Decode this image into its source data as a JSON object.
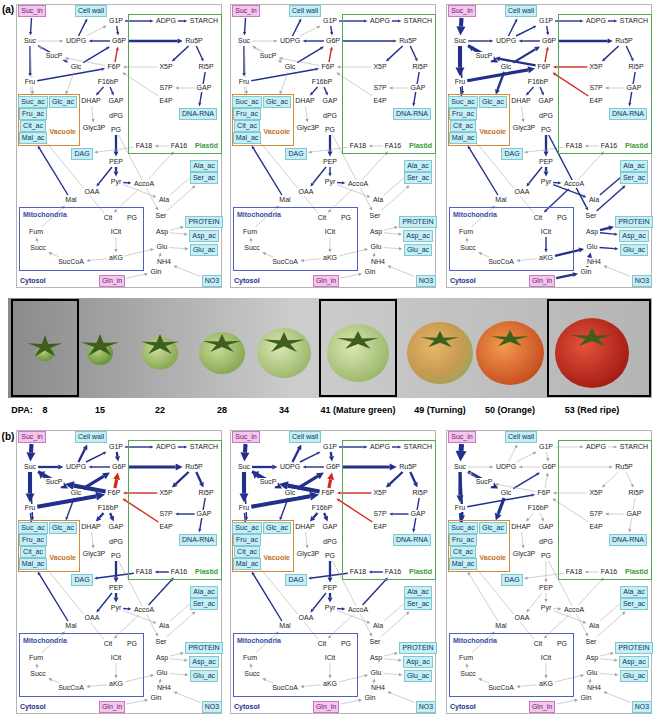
{
  "diagram": {
    "nodes": [
      {
        "text": [
          "Cytosol"
        ]
      },
      {
        "text": [
          "Suc_in"
        ],
        "in": 0
      },
      {
        "text": [
          "Cell wall"
        ],
        "in": 0
      },
      {
        "text": [
          "Plastid"
        ],
        "in": 0
      },
      {
        "text": [
          "DNA-RNA"
        ],
        "in": 3
      },
      {
        "text": [
          "Vacuole"
        ],
        "in": 0
      },
      {
        "text": [
          "Suc_ac"
        ],
        "in": 5
      },
      {
        "text": [
          "Glc_ac"
        ],
        "in": 5
      },
      {
        "text": [
          "Fru_ac"
        ],
        "in": 5
      },
      {
        "text": [
          "Cit_ac"
        ],
        "in": 5
      },
      {
        "text": [
          "Mal_ac"
        ],
        "in": 5
      },
      {
        "text": [
          "DAG"
        ],
        "in": 0
      },
      {
        "text": [
          "Ala_ac"
        ],
        "in": 0
      },
      {
        "text": [
          "Ser_ac"
        ],
        "in": 0
      },
      {
        "text": [
          "Mitochondria"
        ],
        "in": 0
      },
      {
        "text": [
          "PROTEIN"
        ],
        "in": 0
      },
      {
        "text": [
          "Asp_ac"
        ],
        "in": 0
      },
      {
        "text": [
          "Glu_ac"
        ],
        "in": 0
      },
      {
        "text": [
          "Gln_in"
        ],
        "in": 0
      },
      {
        "text": [
          "NO3"
        ],
        "in": 0
      },
      {
        "text": [
          "Cytosol"
        ]
      },
      {
        "text": [
          "Suc_in"
        ],
        "in": 20
      },
      {
        "text": [
          "Cell wall"
        ],
        "in": 20
      },
      {
        "text": [
          "Plastid"
        ],
        "in": 20
      },
      {
        "text": [
          "DNA-RNA"
        ],
        "in": 23
      },
      {
        "text": [
          "Vacuole"
        ],
        "in": 20
      },
      {
        "text": [
          "Suc_ac"
        ],
        "in": 25
      },
      {
        "text": [
          "Glc_ac"
        ],
        "in": 25
      },
      {
        "text": [
          "Fru_ac"
        ],
        "in": 25
      },
      {
        "text": [
          "Cit_ac"
        ],
        "in": 25
      },
      {
        "text": [
          "Mal_ac"
        ],
        "in": 25
      },
      {
        "text": [
          "DAG"
        ],
        "in": 20
      },
      {
        "text": [
          "Ala_ac"
        ],
        "in": 20
      },
      {
        "text": [
          "Ser_ac"
        ],
        "in": 20
      },
      {
        "text": [
          "Mitochondria"
        ],
        "in": 20
      },
      {
        "text": [
          "PROTEIN"
        ],
        "in": 20
      },
      {
        "text": [
          "Asp_ac"
        ],
        "in": 20
      },
      {
        "text": [
          "Glu_ac"
        ],
        "in": 20
      },
      {
        "text": [
          "Gln_in"
        ],
        "in": 20
      },
      {
        "text": [
          "NO3"
        ],
        "in": 20
      },
      {
        "text": [
          "Cytosol"
        ]
      },
      {
        "text": [
          "Suc_in"
        ],
        "in": 40
      },
      {
        "text": [
          "Cell wall"
        ],
        "in": 40
      },
      {
        "text": [
          "Plastid"
        ],
        "in": 40
      },
      {
        "text": [
          "DNA-RNA"
        ],
        "in": 43
      },
      {
        "text": [
          "Vacuole"
        ],
        "in": 40
      },
      {
        "text": [
          "Suc_ac"
        ],
        "in": 45
      },
      {
        "text": [
          "Glc_ac"
        ],
        "in": 45
      },
      {
        "text": [
          "Fru_ac"
        ],
        "in": 45
      },
      {
        "text": [
          "Cit_ac"
        ],
        "in": 45
      },
      {
        "text": [
          "Mal_ac"
        ],
        "in": 45
      },
      {
        "text": [
          "DAG"
        ],
        "in": 40
      },
      {
        "text": [
          "Ala_ac"
        ],
        "in": 40
      },
      {
        "text": [
          "Ser_ac"
        ],
        "in": 40
      },
      {
        "text": [
          "Mitochondria"
        ],
        "in": 40
      },
      {
        "text": [
          "PROTEIN"
        ],
        "in": 40
      },
      {
        "text": [
          "Asp_ac"
        ],
        "in": 40
      },
      {
        "text": [
          "Glu_ac"
        ],
        "in": 40
      },
      {
        "text": [
          "Gln_in"
        ],
        "in": 40
      },
      {
        "text": [
          "NO3"
        ],
        "in": 40
      },
      {
        "text": [
          "Cytosol"
        ]
      },
      {
        "text": [
          "Suc_in"
        ],
        "in": 60
      },
      {
        "text": [
          "Cell wall"
        ],
        "in": 60
      },
      {
        "text": [
          "Plastid"
        ],
        "in": 60
      },
      {
        "text": [
          "DNA-RNA"
        ],
        "in": 63
      },
      {
        "text": [
          "Vacuole"
        ],
        "in": 60
      },
      {
        "text": [
          "Suc_ac"
        ],
        "in": 65
      },
      {
        "text": [
          "Glc_ac"
        ],
        "in": 65
      },
      {
        "text": [
          "Fru_ac"
        ],
        "in": 65
      },
      {
        "text": [
          "Cit_ac"
        ],
        "in": 65
      },
      {
        "text": [
          "Mal_ac"
        ],
        "in": 65
      },
      {
        "text": [
          "DAG"
        ],
        "in": 60
      },
      {
        "text": [
          "Ala_ac"
        ],
        "in": 60
      },
      {
        "text": [
          "Ser_ac"
        ],
        "in": 60
      },
      {
        "text": [
          "Mitochondria"
        ],
        "in": 60
      },
      {
        "text": [
          "PROTEIN"
        ],
        "in": 60
      },
      {
        "text": [
          "Asp_ac"
        ],
        "in": 60
      },
      {
        "text": [
          "Glu_ac"
        ],
        "in": 60
      },
      {
        "text": [
          "Gln_in"
        ],
        "in": 60
      },
      {
        "text": [
          "NO3"
        ],
        "in": 60
      },
      {
        "text": [
          "Cytosol"
        ]
      },
      {
        "text": [
          "Suc_in"
        ],
        "in": 80
      },
      {
        "text": [
          "Cell wall"
        ],
        "in": 80
      },
      {
        "text": [
          "Plastid"
        ],
        "in": 80
      },
      {
        "text": [
          "DNA-RNA"
        ],
        "in": 83
      },
      {
        "text": [
          "Vacuole"
        ],
        "in": 80
      },
      {
        "text": [
          "Suc_ac"
        ],
        "in": 85
      },
      {
        "text": [
          "Glc_ac"
        ],
        "in": 85
      },
      {
        "text": [
          "Fru_ac"
        ],
        "in": 85
      },
      {
        "text": [
          "Cit_ac"
        ],
        "in": 85
      },
      {
        "text": [
          "Mal_ac"
        ],
        "in": 85
      },
      {
        "text": [
          "DAG"
        ],
        "in": 80
      },
      {
        "text": [
          "Ala_ac"
        ],
        "in": 80
      },
      {
        "text": [
          "Ser_ac"
        ],
        "in": 80
      },
      {
        "text": [
          "Mitochondria"
        ],
        "in": 80
      },
      {
        "text": [
          "PROTEIN"
        ],
        "in": 80
      },
      {
        "text": [
          "Asp_ac"
        ],
        "in": 80
      },
      {
        "text": [
          "Glu_ac"
        ],
        "in": 80
      },
      {
        "text": [
          "Gln_in"
        ],
        "in": 80
      },
      {
        "text": [
          "NO3"
        ],
        "in": 80
      },
      {
        "text": [
          "Cytosol"
        ]
      },
      {
        "text": [
          "Suc_in"
        ],
        "in": 100
      },
      {
        "text": [
          "Cell wall"
        ],
        "in": 100
      },
      {
        "text": [
          "Plastid"
        ],
        "in": 100
      },
      {
        "text": [
          "DNA-RNA"
        ],
        "in": 103
      },
      {
        "text": [
          "Vacuole"
        ],
        "in": 100
      },
      {
        "text": [
          "Suc_ac"
        ],
        "in": 105
      },
      {
        "text": [
          "Glc_ac"
        ],
        "in": 105
      },
      {
        "text": [
          "Fru_ac"
        ],
        "in": 105
      },
      {
        "text": [
          "Cit_ac"
        ],
        "in": 105
      },
      {
        "text": [
          "Mal_ac"
        ],
        "in": 105
      },
      {
        "text": [
          "DAG"
        ],
        "in": 100
      },
      {
        "text": [
          "Ala_ac"
        ],
        "in": 100
      },
      {
        "text": [
          "Ser_ac"
        ],
        "in": 100
      },
      {
        "text": [
          "Mitochondria"
        ],
        "in": 100
      },
      {
        "text": [
          "PROTEIN"
        ],
        "in": 100
      },
      {
        "text": [
          "Asp_ac"
        ],
        "in": 100
      },
      {
        "text": [
          "Glu_ac"
        ],
        "in": 100
      },
      {
        "text": [
          "Gln_in"
        ],
        "in": 100
      },
      {
        "text": [
          "NO3"
        ],
        "in": 100
      }
    ],
    "labels": [
      "(a)",
      "G1P",
      "ADPG",
      "STARCH",
      "Suc",
      "UDPG",
      "G6P",
      "Ru5P",
      "SucP",
      "Glc",
      "F6P",
      "X5P",
      "Ri5P",
      "Fru",
      "F16bP",
      "S7P",
      "GAP",
      "DHAP",
      "GAP",
      "E4P",
      "dPG",
      "Glyc3P",
      "PG",
      "FA18",
      "FA16",
      "PEP",
      "Pyr",
      "AccoA",
      "OAA",
      "Mal",
      "Ala",
      "Cit",
      "PG",
      "Ser",
      "Fum",
      "ICit",
      "Asp",
      "Succ",
      "Glu",
      "SucCoA",
      "aKG",
      "NH4",
      "Gln",
      "G1P",
      "ADPG",
      "STARCH",
      "Suc",
      "UDPG",
      "G6P",
      "Ru5P",
      "SucP",
      "Glc",
      "F6P",
      "X5P",
      "Ri5P",
      "Fru",
      "F16bP",
      "S7P",
      "GAP",
      "DHAP",
      "GAP",
      "E4P",
      "dPG",
      "Glyc3P",
      "PG",
      "FA18",
      "FA16",
      "PEP",
      "Pyr",
      "AccoA",
      "OAA",
      "Mal",
      "Ala",
      "Cit",
      "PG",
      "Ser",
      "Fum",
      "ICit",
      "Asp",
      "Succ",
      "Glu",
      "SucCoA",
      "aKG",
      "NH4",
      "Gln",
      "G1P",
      "ADPG",
      "STARCH",
      "Suc",
      "UDPG",
      "G6P",
      "Ru5P",
      "SucP",
      "Glc",
      "F6P",
      "X5P",
      "Ri5P",
      "Fru",
      "F16bP",
      "S7P",
      "GAP",
      "DHAP",
      "GAP",
      "E4P",
      "dPG",
      "Glyc3P",
      "PG",
      "FA18",
      "FA16",
      "PEP",
      "Pyr",
      "AccoA",
      "OAA",
      "Mal",
      "Ala",
      "Cit",
      "PG",
      "Ser",
      "Fum",
      "ICit",
      "Asp",
      "Succ",
      "Glu",
      "SucCoA",
      "aKG",
      "NH4",
      "Gln",
      "DPA:",
      "8",
      "15",
      "22",
      "28",
      "34",
      "41 (Mature green)",
      "49 (Turning)",
      "50 (Orange)",
      "53 (Red ripe)",
      "(b)",
      "G1P",
      "ADPG",
      "STARCH",
      "Suc",
      "UDPG",
      "G6P",
      "Ru5P",
      "SucP",
      "Glc",
      "F6P",
      "X5P",
      "Ri5P",
      "Fru",
      "F16bP",
      "S7P",
      "GAP",
      "DHAP",
      "GAP",
      "E4P",
      "dPG",
      "Glyc3P",
      "PG",
      "FA18",
      "FA16",
      "PEP",
      "Pyr",
      "AccoA",
      "OAA",
      "Mal",
      "Ala",
      "Cit",
      "PG",
      "Ser",
      "Fum",
      "ICit",
      "Asp",
      "Succ",
      "Glu",
      "SucCoA",
      "aKG",
      "NH4",
      "Gln",
      "G1P",
      "ADPG",
      "STARCH",
      "Suc",
      "UDPG",
      "G6P",
      "Ru5P",
      "SucP",
      "Glc",
      "F6P",
      "X5P",
      "Ri5P",
      "Fru",
      "F16bP",
      "S7P",
      "GAP",
      "DHAP",
      "GAP",
      "E4P",
      "dPG",
      "Glyc3P",
      "PG",
      "FA18",
      "FA16",
      "PEP",
      "Pyr",
      "AccoA",
      "OAA",
      "Mal",
      "Ala",
      "Cit",
      "PG",
      "Ser",
      "Fum",
      "ICit",
      "Asp",
      "Succ",
      "Glu",
      "SucCoA",
      "aKG",
      "NH4",
      "Gln",
      "G1P",
      "ADPG",
      "STARCH",
      "Suc",
      "UDPG",
      "G6P",
      "Ru5P",
      "SucP",
      "Glc",
      "F6P",
      "X5P",
      "Ri5P",
      "Fru",
      "F16bP",
      "S7P",
      "GAP",
      "DHAP",
      "GAP",
      "E4P",
      "dPG",
      "Glyc3P",
      "PG",
      "FA18",
      "FA16",
      "PEP",
      "Pyr",
      "AccoA",
      "OAA",
      "Mal",
      "Ala",
      "Cit",
      "PG",
      "Ser",
      "Fum",
      "ICit",
      "Asp",
      "Succ",
      "Glu",
      "SucCoA",
      "aKG",
      "NH4",
      "Gln"
    ]
  }
}
